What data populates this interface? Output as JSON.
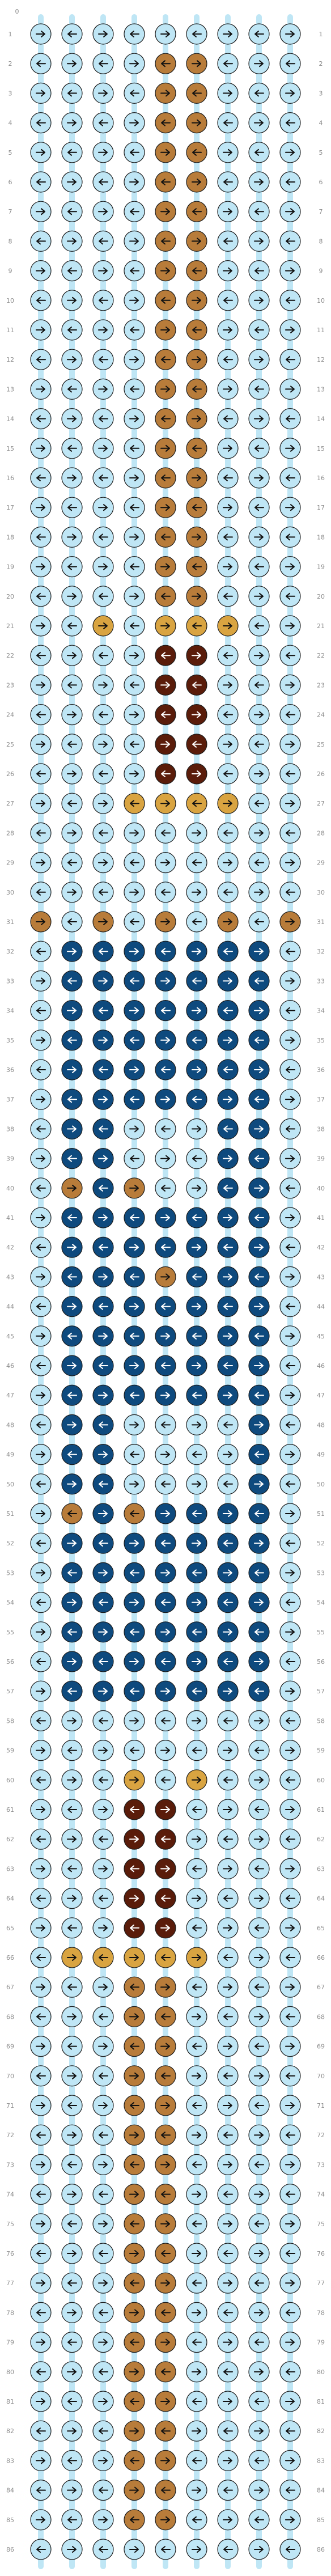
{
  "pattern": {
    "rows": 86,
    "columns": 9,
    "row_labels_left": [
      "1",
      "2",
      "3",
      "4",
      "5",
      "6",
      "7",
      "8",
      "9",
      "10",
      "11",
      "12",
      "13",
      "14",
      "15",
      "16",
      "17",
      "18",
      "19",
      "20",
      "21",
      "22",
      "23",
      "24",
      "25",
      "26",
      "27",
      "28",
      "29",
      "30",
      "31",
      "32",
      "33",
      "34",
      "35",
      "36",
      "37",
      "38",
      "39",
      "40",
      "41",
      "42",
      "43",
      "44",
      "45",
      "46",
      "47",
      "48",
      "49",
      "50",
      "51",
      "52",
      "53",
      "54",
      "55",
      "56",
      "57",
      "58",
      "59",
      "60",
      "61",
      "62",
      "63",
      "64",
      "65",
      "66",
      "67",
      "68",
      "69",
      "70",
      "71",
      "72",
      "73",
      "74",
      "75",
      "76",
      "77",
      "78",
      "79",
      "80",
      "81",
      "82",
      "83",
      "84",
      "85",
      "86"
    ],
    "row_labels_right": [
      "1",
      "2",
      "3",
      "4",
      "5",
      "6",
      "7",
      "8",
      "9",
      "10",
      "11",
      "12",
      "13",
      "14",
      "15",
      "16",
      "17",
      "18",
      "19",
      "20",
      "21",
      "22",
      "23",
      "24",
      "25",
      "26",
      "27",
      "28",
      "29",
      "30",
      "31",
      "32",
      "33",
      "34",
      "35",
      "36",
      "37",
      "38",
      "39",
      "40",
      "41",
      "42",
      "43",
      "44",
      "45",
      "46",
      "47",
      "48",
      "49",
      "50",
      "51",
      "52",
      "53",
      "54",
      "55",
      "56",
      "57",
      "58",
      "59",
      "60",
      "61",
      "62",
      "63",
      "64",
      "65",
      "66",
      "67",
      "68",
      "69",
      "70",
      "71",
      "72",
      "73",
      "74",
      "75",
      "76",
      "77",
      "78",
      "79",
      "80",
      "81",
      "82",
      "83",
      "84",
      "85",
      "86"
    ],
    "colors": {
      "light_blue": "#bfe6f5",
      "dark_blue": "#0e4a7e",
      "tan": "#b87c3a",
      "gold": "#d9a441",
      "dark_brown": "#5a1c0a",
      "outline": "#1a1a1a",
      "label_gray": "#8c8c8c"
    },
    "knot_icons": [
      "arrow-right-icon",
      "arrow-left-icon"
    ],
    "start_label": "0"
  }
}
